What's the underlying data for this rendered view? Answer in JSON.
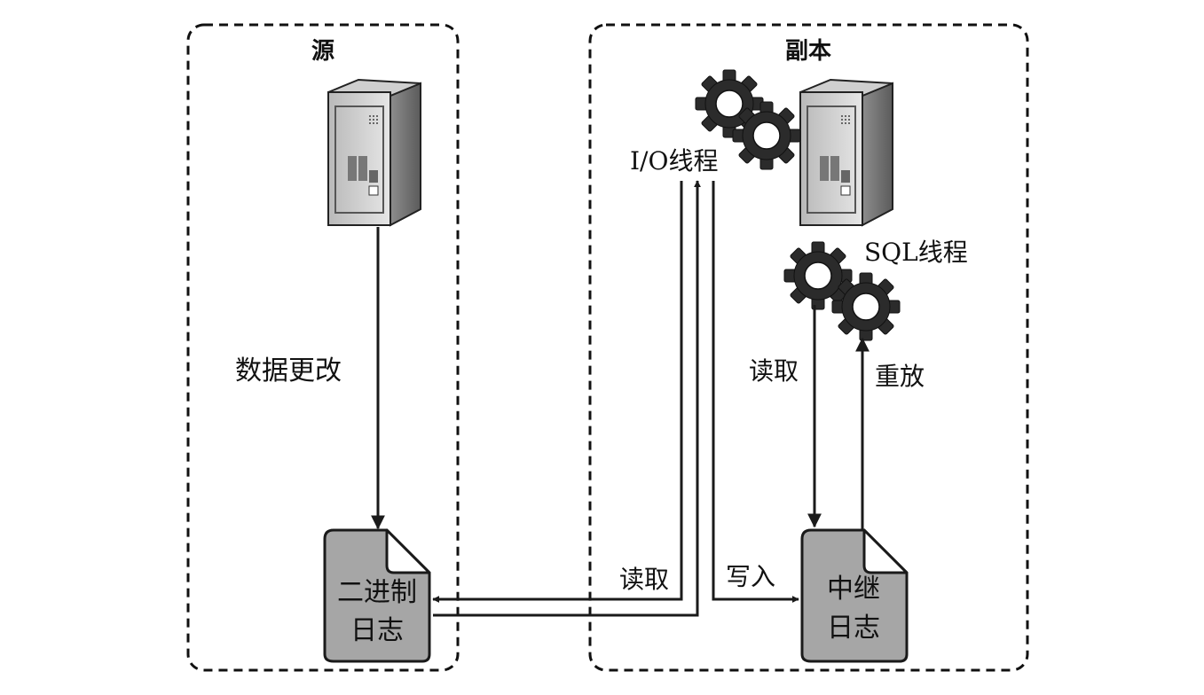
{
  "source": {
    "title": "源",
    "data_change_label": "数据更改",
    "binlog_lines": [
      "二进制",
      "日志"
    ]
  },
  "replica": {
    "title": "副本",
    "io_thread_label": "I/O线程",
    "sql_thread_label": "SQL线程",
    "relay_log_lines": [
      "中继",
      "日志"
    ],
    "io_read_label": "读取",
    "io_write_label": "写入",
    "sql_read_label": "读取",
    "sql_replay_label": "重放"
  },
  "icons": [
    "server-icon",
    "gear-icon",
    "document-icon"
  ]
}
